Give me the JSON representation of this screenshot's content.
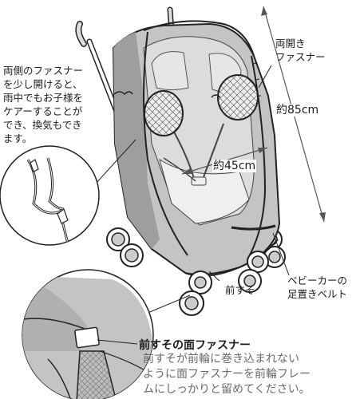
{
  "labels": {
    "double_zipper": [
      "両開き",
      "ファスナー"
    ],
    "side_note": [
      "両側のファスナー",
      "を少し開けると、",
      "雨中でもお子様を",
      "ケアーすることが",
      "でき、換気もでき",
      "ます。"
    ],
    "height": "約85cm",
    "width": "約45cm",
    "front": "前すそ",
    "foot_belt": [
      "ベビーカーの",
      "足置きベルト"
    ],
    "front_velcro_title": "前すその面ファスナー",
    "front_velcro_desc": [
      "前すそが前輪に巻き込まれない",
      "ように面ファスナーを前輪フレー",
      "ムにしっかりと留めてください。"
    ]
  },
  "colors": {
    "cover_fill": "#c4c4c4",
    "cover_dark": "#8a8a8a",
    "line": "#222222",
    "desc_text": "#6a6a6a"
  }
}
